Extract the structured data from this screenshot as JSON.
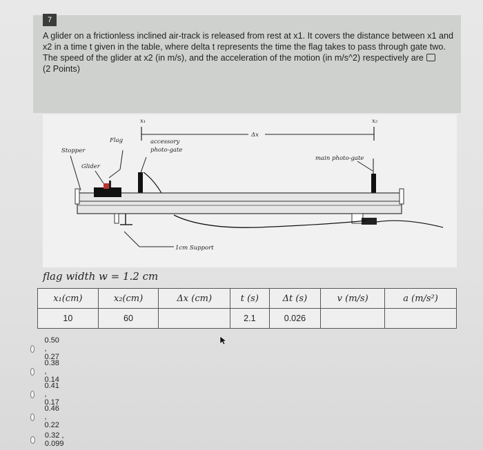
{
  "question": {
    "number": "7",
    "text": "A glider on a frictionless inclined air-track is released from rest at x1. It covers the distance between x1 and x2 in a time t given in the table, where delta t represents the time the flag takes to pass through gate two. The speed of the glider at x2 (in m/s), and the acceleration of the motion (in m/s^2) respectively are",
    "points": "(2 Points)",
    "image_icon": "image-icon"
  },
  "figure": {
    "x1": "x₁",
    "x2": "x₂",
    "dx": "Δx",
    "flag": "Flag",
    "accessory": "accessory",
    "accessory2": "photo-gate",
    "stopper": "Stopper",
    "glider": "Glider",
    "main_gate": "main photo-gate",
    "support": "1cm Support"
  },
  "flag_width": "flag width w = 1.2 cm",
  "table": {
    "headers": [
      "x₁(cm)",
      "x₂(cm)",
      "Δx (cm)",
      "t (s)",
      "Δt (s)",
      "v (m/s)",
      "a (m/s²)"
    ],
    "rows": [
      [
        "10",
        "60",
        "",
        "2.1",
        "0.026",
        "",
        ""
      ]
    ]
  },
  "options": [
    {
      "label": "0.50 , 0.27"
    },
    {
      "label": "0.38 , 0.14"
    },
    {
      "label": "0.41 , 0.17"
    },
    {
      "label": "0.46 , 0.22"
    },
    {
      "label": "0.32 , 0.099"
    }
  ],
  "colors": {
    "card": "#cfd1cf",
    "background": "#e4e4e4",
    "text": "#1e1e1e"
  }
}
